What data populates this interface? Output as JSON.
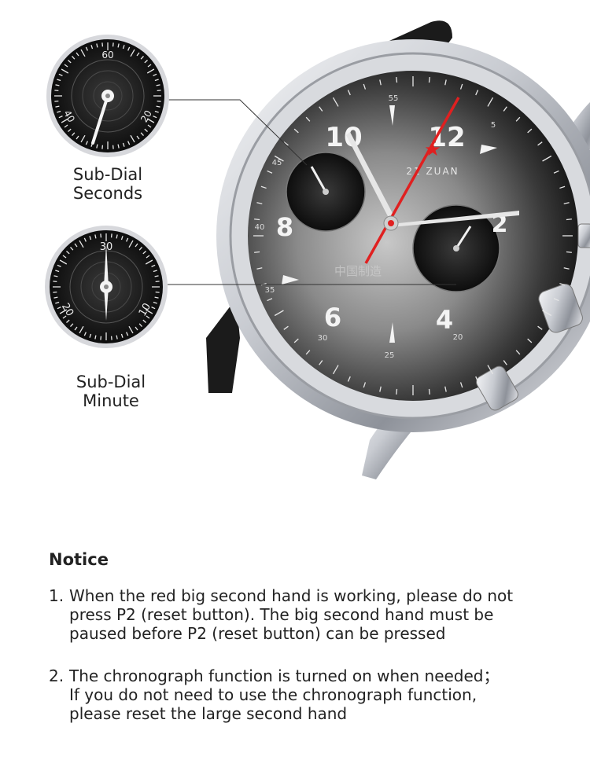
{
  "watch": {
    "brand": "ZUAN",
    "brand_prefix": "21",
    "hour_numerals": [
      "10",
      "12",
      "2",
      "8",
      "6",
      "4"
    ],
    "seconds_track": [
      "55",
      "5",
      "45",
      "40",
      "35",
      "30",
      "25",
      "20"
    ],
    "seconds_subdial": [
      "60",
      "40",
      "20"
    ],
    "minute_subdial": [
      "30",
      "20",
      "10"
    ],
    "caption_chinese": "中国制造",
    "colors": {
      "dial_center": "#b8b8b8",
      "dial_edge": "#1a1a1a",
      "hand_red": "#e02020",
      "steel": "#d9dbe0",
      "strap": "#1b1b1b"
    }
  },
  "callouts": {
    "seconds": {
      "line1": "Sub-Dial",
      "line2": "Seconds"
    },
    "minute": {
      "line1": "Sub-Dial",
      "line2": "Minute"
    }
  },
  "notice": {
    "title": "Notice",
    "items": [
      {
        "num": "1.",
        "lines": [
          "When the red big second hand is working, please do not",
          "press P2 (reset button). The big second hand must be",
          "paused before P2 (reset button) can be pressed"
        ]
      },
      {
        "num": "2.",
        "lines": [
          "The chronograph function is turned on when needed；",
          "If you do not need to use the chronograph function,",
          "please reset the large second hand"
        ]
      }
    ]
  }
}
